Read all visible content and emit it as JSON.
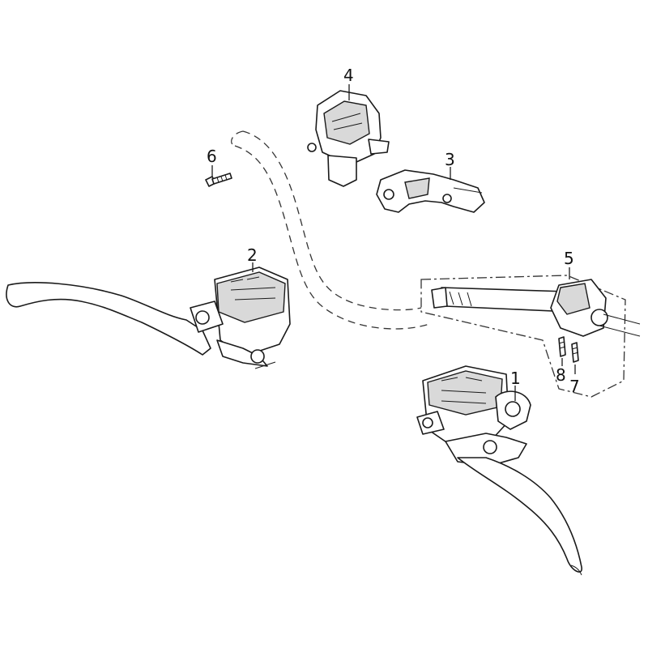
{
  "diagram": {
    "callouts": {
      "c1": "1",
      "c2": "2",
      "c3": "3",
      "c4": "4",
      "c5": "5",
      "c6": "6",
      "c7": "7",
      "c8": "8"
    },
    "colors": {
      "line": "#1a1a1a",
      "background": "#ffffff",
      "shade": "#d9d9d9"
    }
  }
}
